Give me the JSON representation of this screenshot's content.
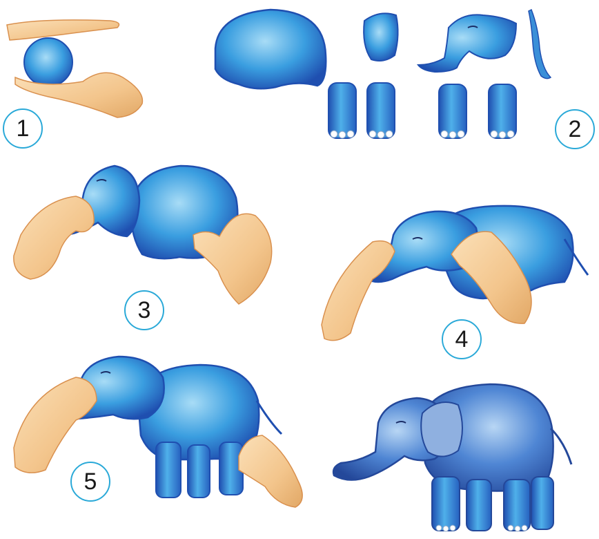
{
  "steps": [
    {
      "label": "1"
    },
    {
      "label": "2"
    },
    {
      "label": "3"
    },
    {
      "label": "4"
    },
    {
      "label": "5"
    }
  ],
  "colors": {
    "clay_light": "#7fc8f0",
    "clay": "#3a9ee0",
    "clay_dark": "#1f4fb0",
    "skin_light": "#fbe0b8",
    "skin": "#f3c58c",
    "skin_dark": "#d9904e",
    "badge_ring": "#2aa9d8"
  }
}
